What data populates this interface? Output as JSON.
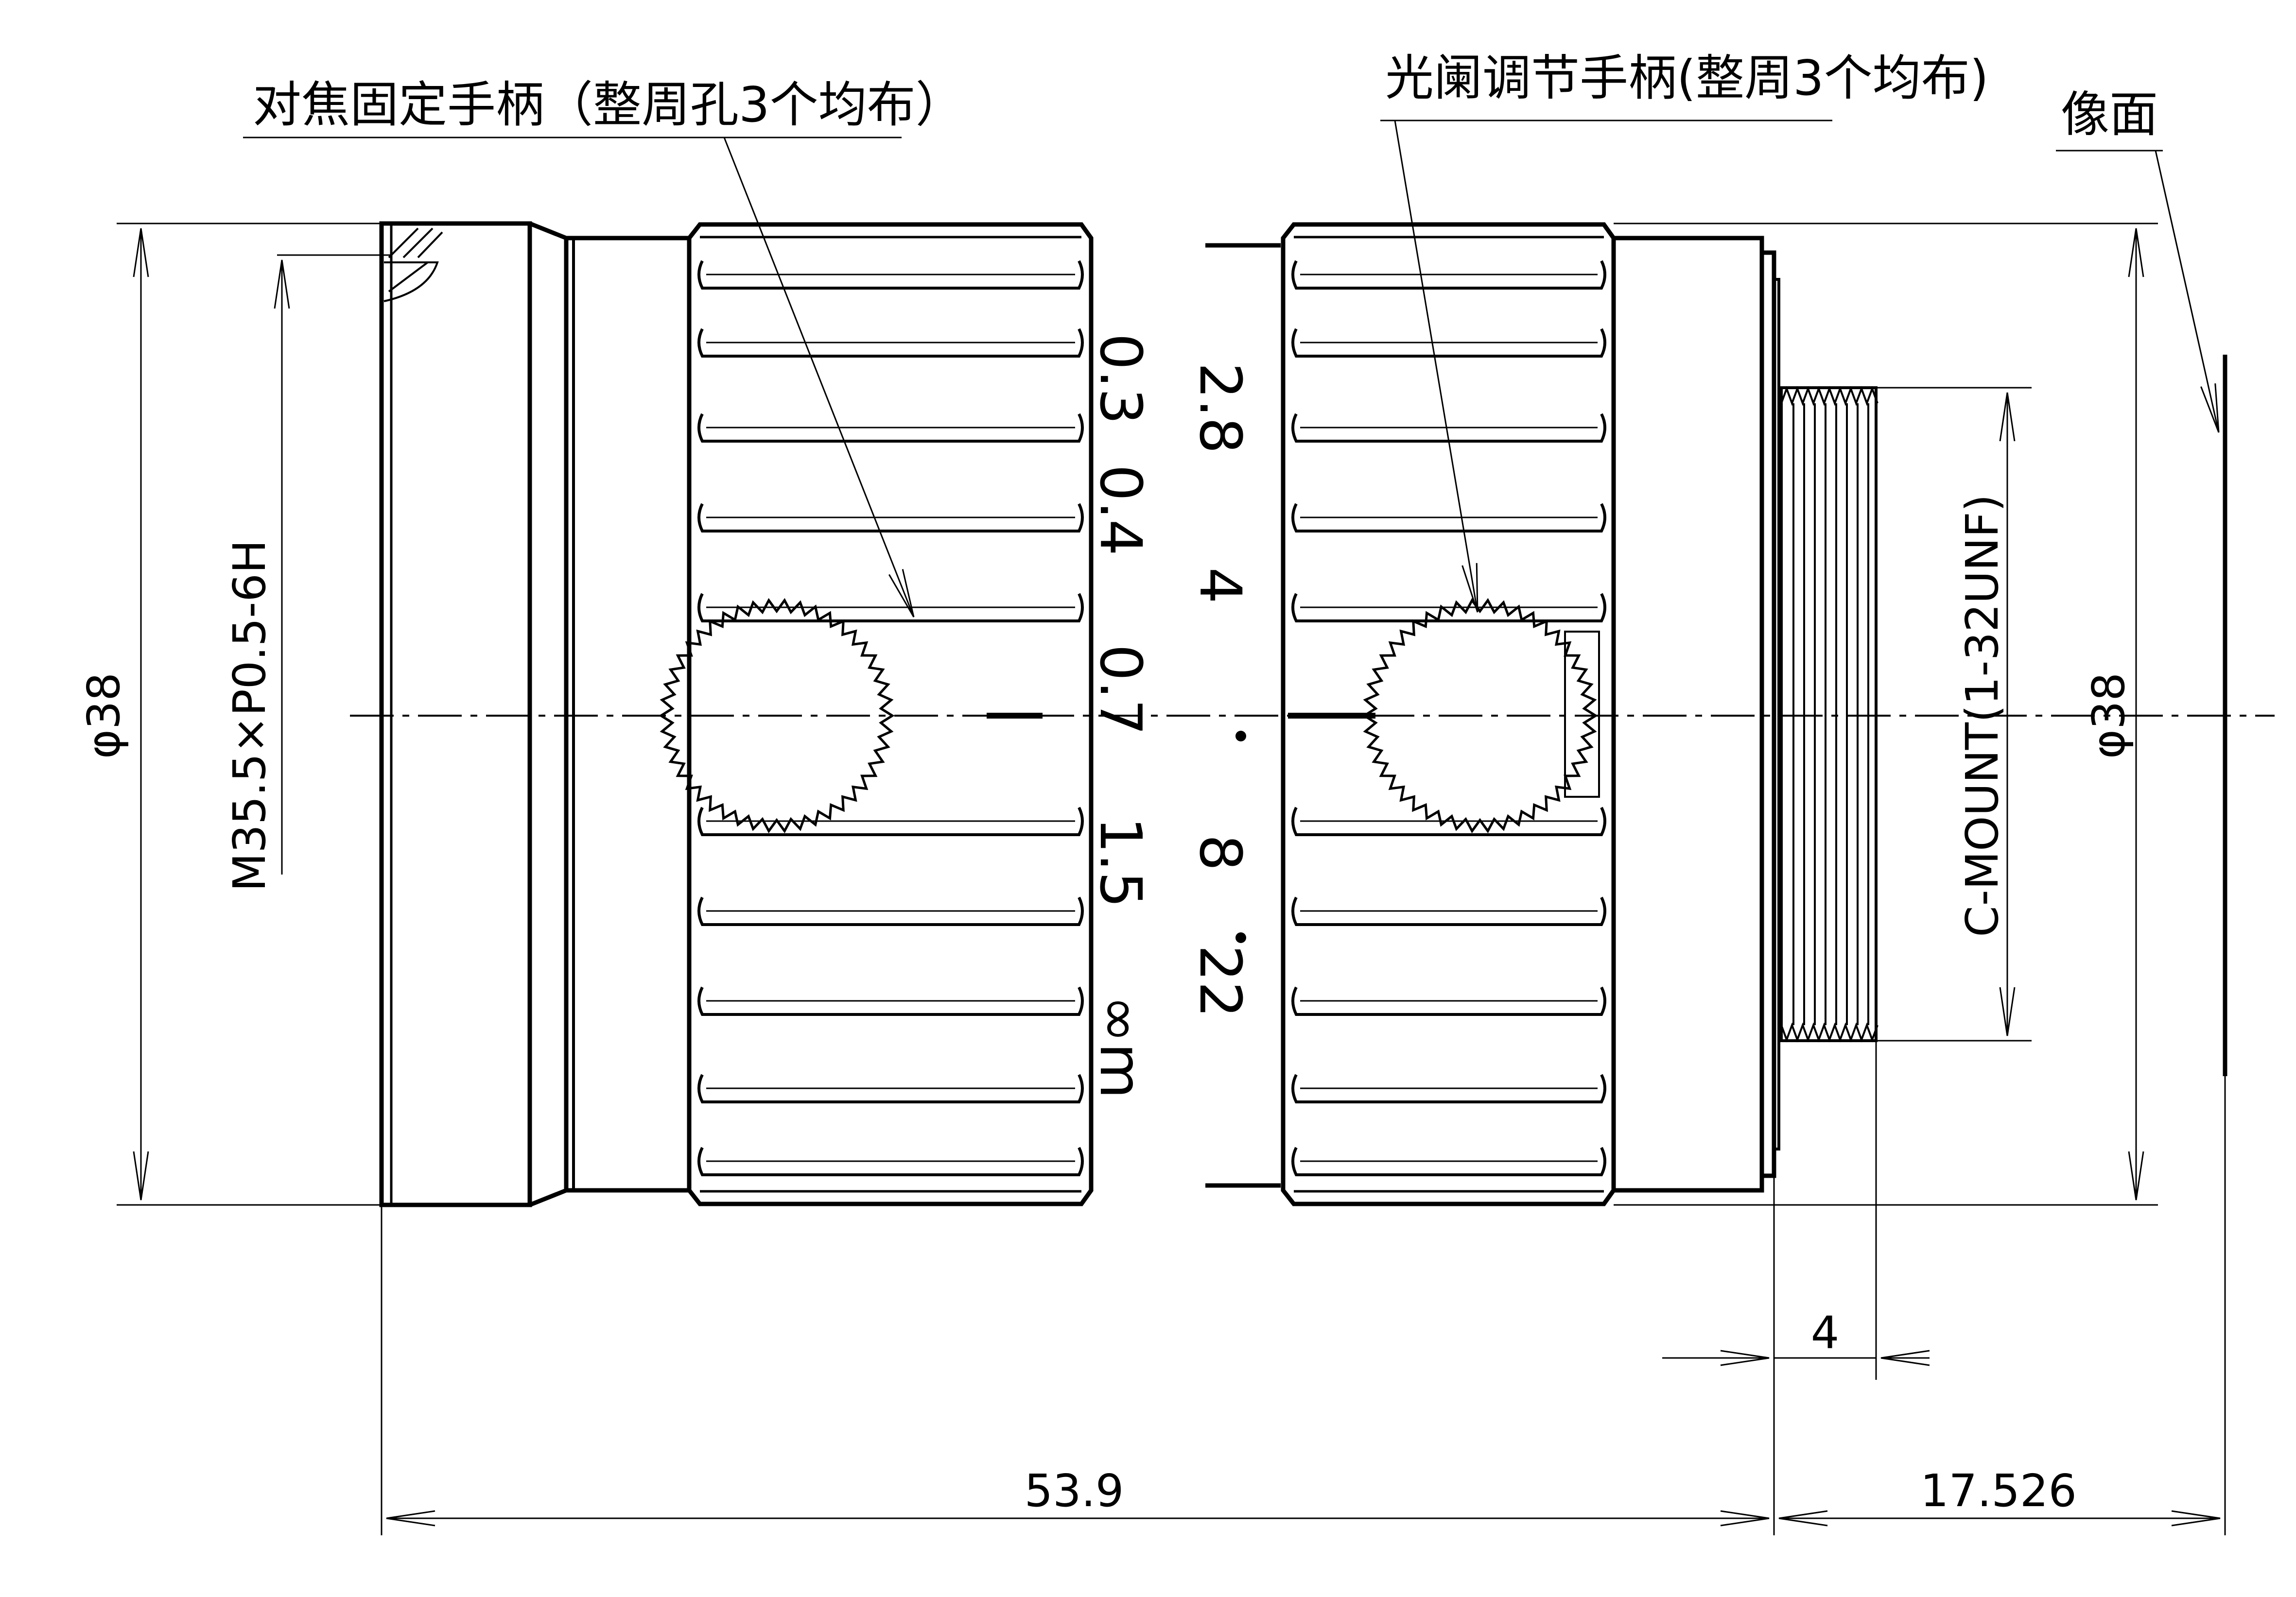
{
  "labels": {
    "focus_handle": "对焦固定手柄（整周孔3个均布）",
    "aperture_handle": "光阑调节手柄(整周3个均布)",
    "image_plane": "像面"
  },
  "dimensions": {
    "front_diameter": "φ38",
    "thread": "M35.5×P0.5-6H",
    "mount_thread": "C-MOUNT(1-32UNF)",
    "rear_diameter": "φ38",
    "flange_width": "4",
    "total_length": "53.9",
    "back_focal": "17.526"
  },
  "focus_scale": [
    "0.3",
    "0.4",
    "0.7",
    "1.5",
    "∞m"
  ],
  "aperture_scale": [
    "2.8",
    "4",
    "8",
    "22"
  ],
  "colors": {
    "line": "#000000",
    "background": "#ffffff"
  }
}
